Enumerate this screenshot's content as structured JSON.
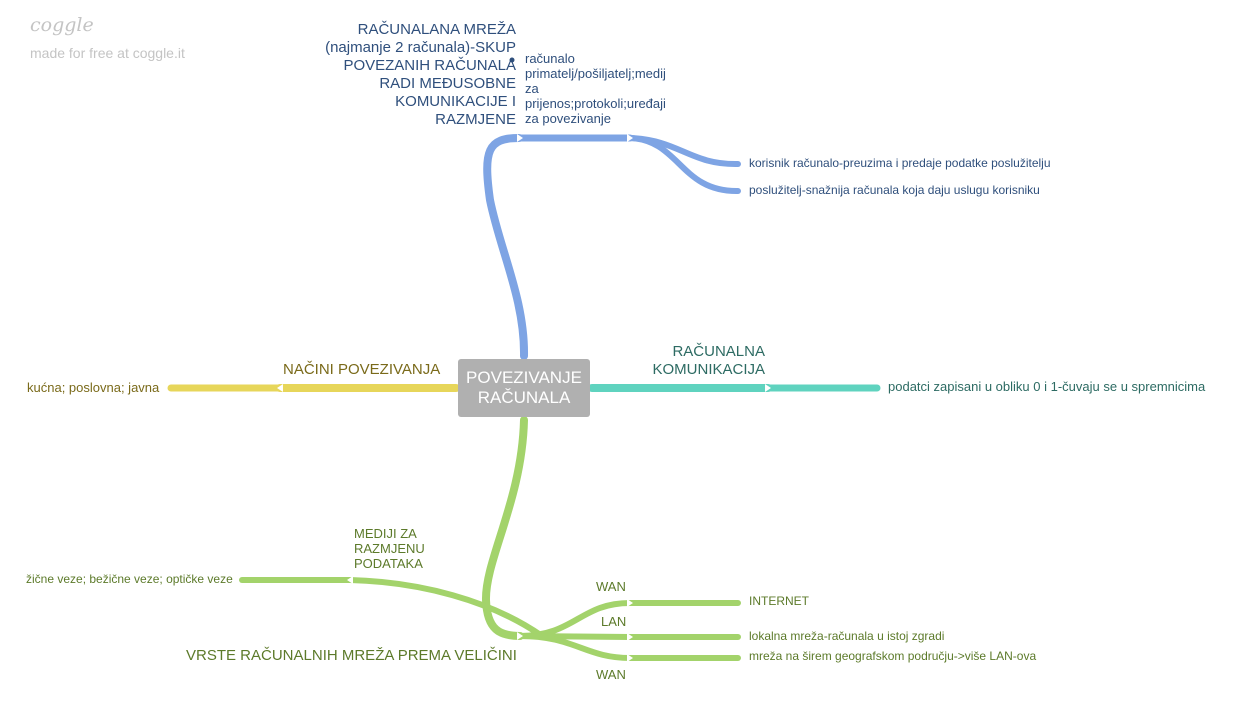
{
  "branding": {
    "logo": "coggle",
    "tagline": "made for free at coggle.it"
  },
  "center": {
    "line1": "POVEZIVANJE",
    "line2": "RAČUNALA"
  },
  "colors": {
    "blue": "#7ea4e4",
    "teal": "#5fd3bf",
    "yellow": "#e7d65a",
    "green": "#a3d36b",
    "center": "#b0b0b0"
  },
  "branches": {
    "blue": {
      "title_lines": [
        "RAČUNALANA MREŽA",
        "(najmanje 2 računala)-SKUP",
        "POVEZANIH RAČUNALA",
        "RADI MEĐUSOBNE",
        "KOMUNIKACIJE I",
        "RAZMJENE"
      ],
      "sub_lines": [
        "računalo",
        "primatelj/pošiljatelj;medij",
        "za",
        "prijenos;protokoli;uređaji",
        "za povezivanje"
      ],
      "leaf1": "korisnik računalo-preuzima i predaje podatke poslužitelju",
      "leaf2": "poslužitelj-snažnija računala koja daju uslugu korisniku"
    },
    "teal": {
      "title_lines": [
        "RAČUNALNA",
        "KOMUNIKACIJA"
      ],
      "leaf": "podatci zapisani u obliku 0 i 1-čuvaju se u spremnicima"
    },
    "yellow": {
      "title": "NAČINI POVEZIVANJA",
      "leaf": "kućna; poslovna; javna"
    },
    "green": {
      "title": "VRSTE RAČUNALNIH MREŽA PREMA VELIČINI",
      "media_lines": [
        "MEDIJI ZA",
        "RAZMJENU",
        "PODATAKA"
      ],
      "media_leaf": "žične veze; bežične veze; optičke veze",
      "types": [
        {
          "label": "WAN",
          "leaf": "INTERNET"
        },
        {
          "label": "LAN",
          "leaf": "lokalna mreža-računala u istoj zgradi"
        },
        {
          "label": "WAN",
          "leaf": "mreža na širem geografskom području->više LAN-ova"
        }
      ]
    }
  }
}
